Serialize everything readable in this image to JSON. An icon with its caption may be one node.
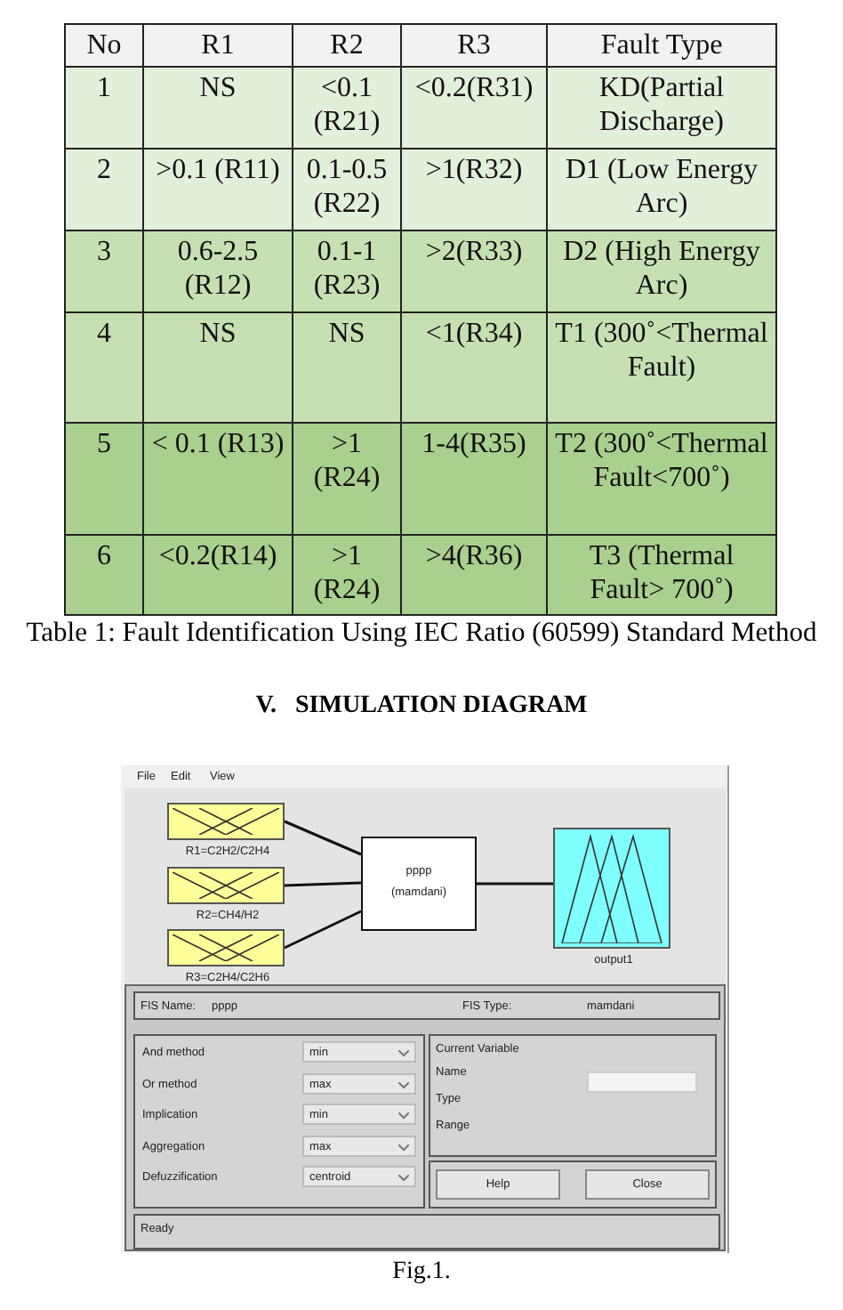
{
  "diagram": {
    "nodes": [
      {
        "text": [
          "R1=C2H2/C2H4"
        ]
      },
      {
        "text": [
          "R2=CH4/H2"
        ]
      },
      {
        "text": [
          "R3=C2H4/C2H6"
        ]
      },
      {
        "text": [
          "pppp",
          "(mamdani)"
        ]
      },
      {
        "text": [
          "output1"
        ]
      }
    ],
    "edges": [
      {
        "from": 0,
        "to": 3,
        "arrow": "none"
      },
      {
        "from": 1,
        "to": 3,
        "arrow": "none"
      },
      {
        "from": 2,
        "to": 3,
        "arrow": "none"
      },
      {
        "from": 3,
        "to": 4,
        "arrow": "none"
      }
    ],
    "labels": [
      "No",
      "R1",
      "R2",
      "R3",
      "Fault Type",
      "1",
      "NS",
      "<0.1 (R21)",
      "<0.2(R31)",
      "KD(Partial Discharge)",
      "2",
      ">0.1 (R11)",
      "0.1-0.5 (R22)",
      ">1(R32)",
      "D1 (Low Energy Arc)",
      "3",
      "0.6-2.5 (R12)",
      "0.1-1 (R23)",
      ">2(R33)",
      "D2 (High Energy Arc)",
      "4",
      "NS",
      "NS",
      "<1(R34)",
      "T1 (300˚<Thermal Fault)",
      "5",
      "< 0.1 (R13)",
      ">1 (R24)",
      "1-4(R35)",
      "T2 (300˚<Thermal Fault<700˚)",
      "6",
      "<0.2(R14)",
      ">1 (R24)",
      ">4(R36)",
      "T3 (Thermal Fault> 700˚)",
      "Table 1:  Fault Identification Using IEC Ratio (60599) Standard  Method",
      "V.   SIMULATION DIAGRAM",
      "File",
      "Edit",
      "View",
      "FIS Name:",
      "pppp",
      "FIS Type:",
      "mamdani",
      "And method",
      "min",
      "Or method",
      "max",
      "Implication",
      "min",
      "Aggregation",
      "max",
      "Defuzzification",
      "centroid",
      "Current Variable",
      "Name",
      "Type",
      "Range",
      "Help",
      "Close",
      "Ready",
      "Fig.1."
    ]
  }
}
